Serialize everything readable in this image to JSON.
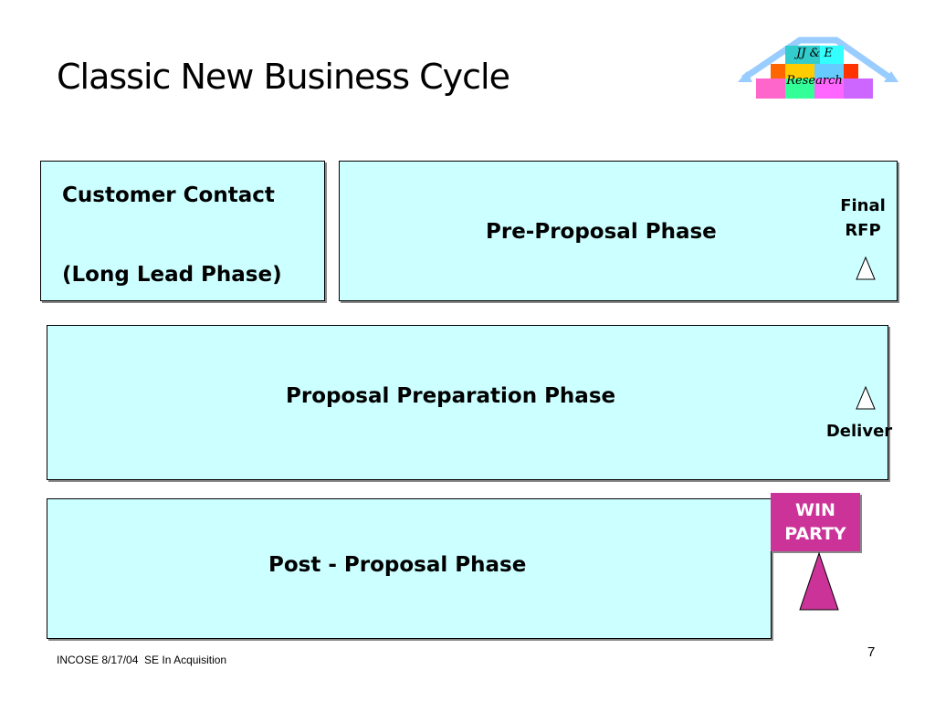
{
  "slide": {
    "title": "Classic New Business Cycle",
    "logo": {
      "line1": "JJ & E",
      "line2": "Research"
    },
    "boxes": {
      "customer_contact": {
        "line1": "Customer Contact",
        "line2": "(Long Lead Phase)"
      },
      "pre_proposal": {
        "label": "Pre-Proposal Phase",
        "milestone_line1": "Final",
        "milestone_line2": "RFP"
      },
      "proposal_preparation": {
        "label": "Proposal Preparation Phase",
        "milestone": "Deliver"
      },
      "post_proposal": {
        "label": "Post - Proposal Phase"
      }
    },
    "win_party": {
      "line1": "WIN",
      "line2": "PARTY"
    },
    "footer": "INCOSE 8/17/04  SE In Acquisition",
    "page_number": "7"
  },
  "colors": {
    "box_fill": "#ccffff",
    "win_fill": "#cc3399",
    "win_text": "#ffffff"
  }
}
